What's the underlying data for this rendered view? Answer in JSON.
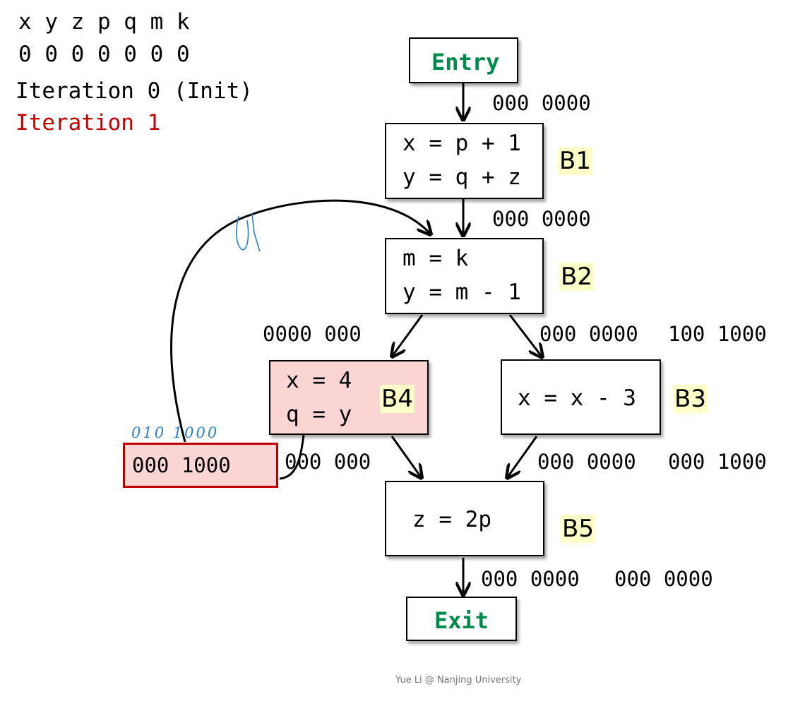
{
  "header": {
    "vars": "x y z p q m k",
    "init_bits": "0 0 0 0 0 0 0",
    "iteration_0": "Iteration 0 (Init)",
    "iteration_1": "Iteration 1"
  },
  "nodes": {
    "entry": "Entry",
    "exit": "Exit",
    "b1": {
      "label": "B1",
      "line1": "x = p + 1",
      "line2": "y = q + z"
    },
    "b2": {
      "label": "B2",
      "line1": "m = k",
      "line2": "y = m - 1"
    },
    "b3": {
      "label": "B3",
      "line1": "x = x - 3"
    },
    "b4": {
      "label": "B4",
      "line1": "x = 4",
      "line2": "q = y"
    },
    "b5": {
      "label": "B5",
      "line1": "z = 2p"
    }
  },
  "edges": {
    "entry_b1": "000 0000",
    "b1_b2": "000 0000",
    "b2_b4": "0000 000",
    "b2_b3": "000 0000",
    "b2_b3_new": "100 1000",
    "b4_out": "000 1000",
    "b4_b5": "000 000",
    "b3_b5": "000 0000",
    "b3_b5_new": "000 1000",
    "b5_exit": "000 0000",
    "b5_exit_new": "000 0000"
  },
  "annotations": {
    "handwritten_bits": "010 1000",
    "handwritten_mark": "U"
  },
  "footer": "Yue Li @ Nanjing University",
  "colors": {
    "highlight_red": "#c00000",
    "entry_exit_green": "#008a4e",
    "label_yellow": "#ffffc8",
    "b4_fill": "#fcd5d5",
    "handwriting_blue": "#2a7fd4"
  }
}
